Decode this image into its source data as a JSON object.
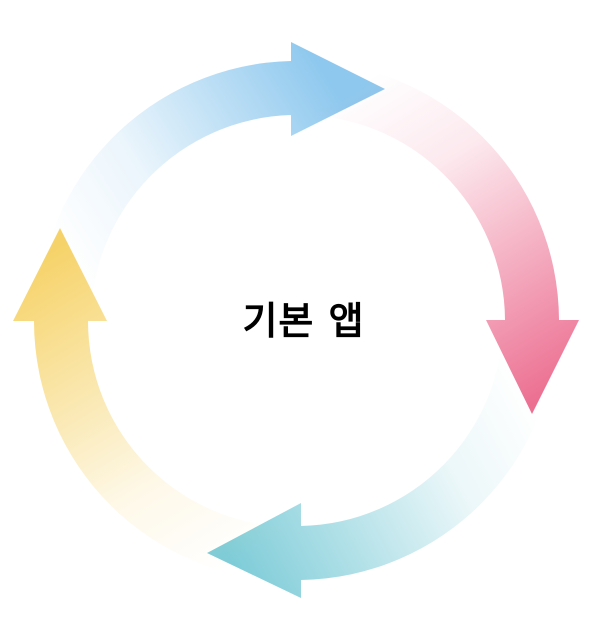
{
  "diagram": {
    "type": "cycle",
    "center_label": "기본 앱",
    "arrows": [
      {
        "name": "top-arrow",
        "direction": "right",
        "color": "#8EC8EE",
        "position": "top"
      },
      {
        "name": "right-arrow",
        "direction": "down",
        "color": "#EC6F91",
        "position": "right"
      },
      {
        "name": "bottom-arrow",
        "direction": "left",
        "color": "#7ECCD8",
        "position": "bottom"
      },
      {
        "name": "left-arrow",
        "direction": "up",
        "color": "#F6D36A",
        "position": "left"
      }
    ]
  }
}
